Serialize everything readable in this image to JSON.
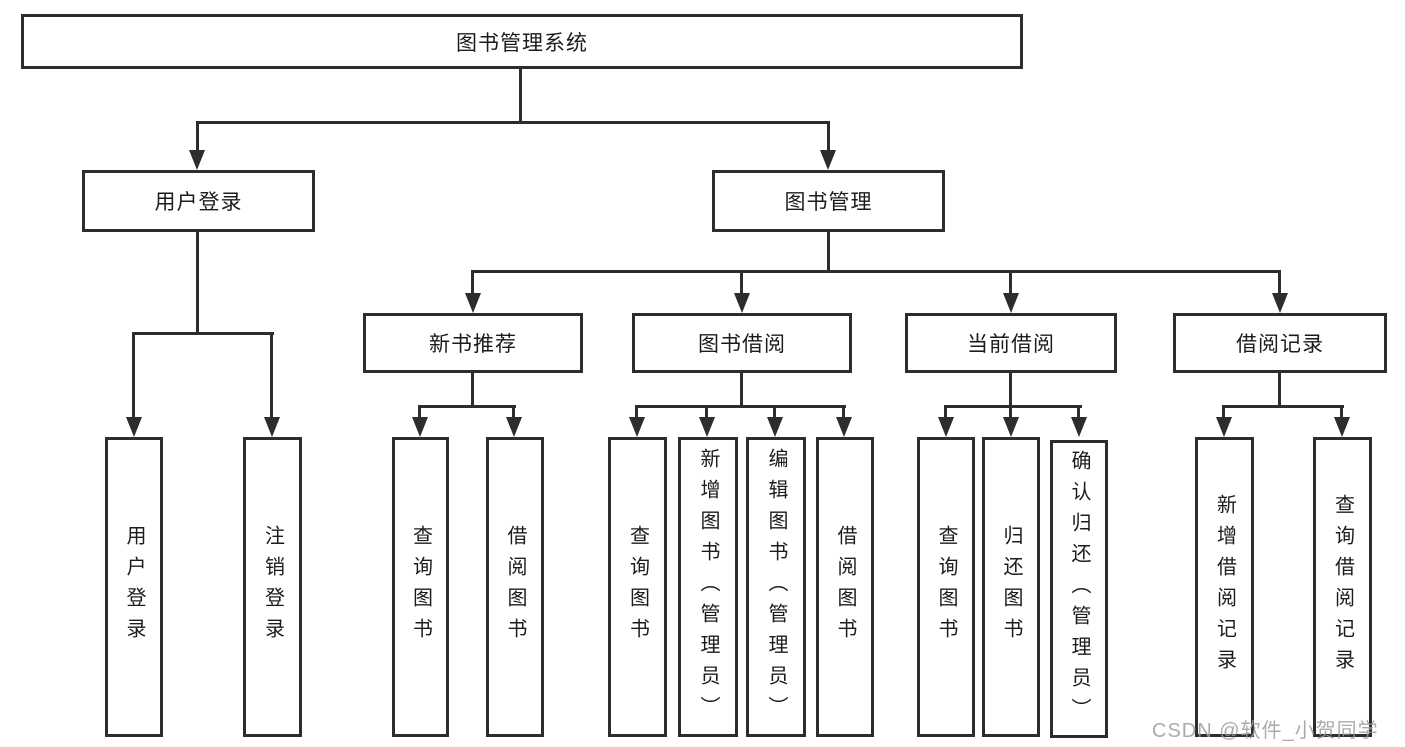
{
  "tree": {
    "root": {
      "label": "图书管理系统",
      "children": [
        {
          "label": "用户登录",
          "children": [
            {
              "label": "用户登录"
            },
            {
              "label": "注销登录"
            }
          ]
        },
        {
          "label": "图书管理",
          "children": [
            {
              "label": "新书推荐",
              "children": [
                {
                  "label": "查询图书"
                },
                {
                  "label": "借阅图书"
                }
              ]
            },
            {
              "label": "图书借阅",
              "children": [
                {
                  "label": "查询图书"
                },
                {
                  "label": "新增图书（管理员）"
                },
                {
                  "label": "编辑图书（管理员）"
                },
                {
                  "label": "借阅图书"
                }
              ]
            },
            {
              "label": "当前借阅",
              "children": [
                {
                  "label": "查询图书"
                },
                {
                  "label": "归还图书"
                },
                {
                  "label": "确认归还（管理员）"
                }
              ]
            },
            {
              "label": "借阅记录",
              "children": [
                {
                  "label": "新增借阅记录"
                },
                {
                  "label": "查询借阅记录"
                }
              ]
            }
          ]
        }
      ]
    }
  },
  "watermark": {
    "text": "CSDN @软件_小贺同学"
  },
  "colors": {
    "line": "#2d2d2d",
    "text": "#1c1c1c",
    "background": "#ffffff",
    "watermark": "#9d9d9d"
  }
}
